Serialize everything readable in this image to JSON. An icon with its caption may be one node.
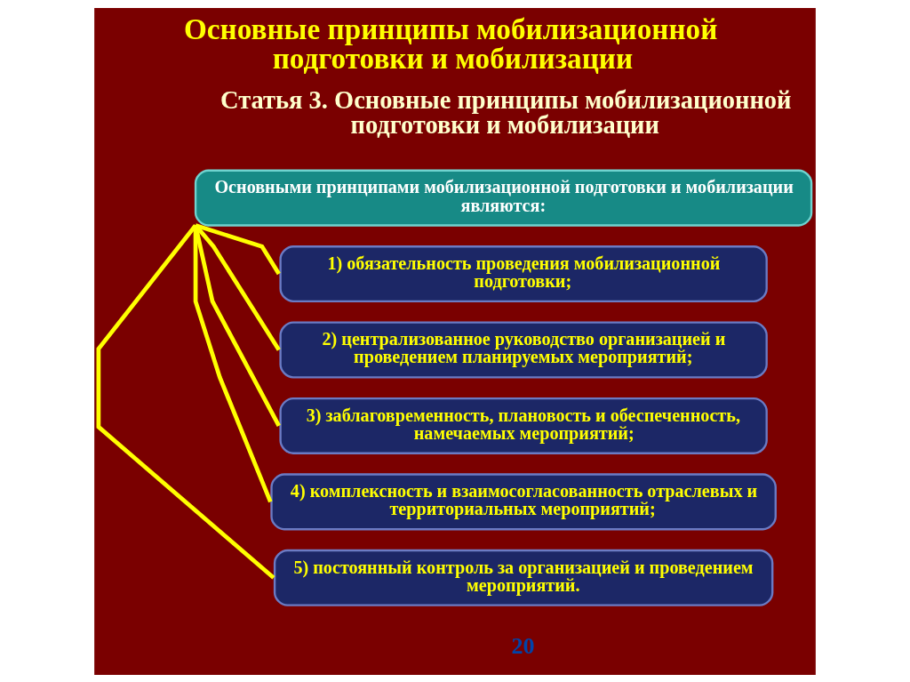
{
  "diagram": {
    "title": "Основные принципы мобилизационной подготовки и мобилизации",
    "nodes": [
      {
        "text": [
          "Основными принципами мобилизационной подготовки и мобилизации являются:"
        ]
      },
      {
        "text": [
          "1) обязательность проведения мобилизационной подготовки;"
        ]
      },
      {
        "text": [
          "2) централизованное руководство организацией и проведением планируемых мероприятий;"
        ]
      },
      {
        "text": [
          "3) заблаговременность, плановость и обеспеченность, намечаемых мероприятий;"
        ]
      },
      {
        "text": [
          "4) комплексность и взаимосогласованность отраслевых и территориальных мероприятий;"
        ]
      },
      {
        "text": [
          "5) постоянный контроль за организацией и проведением мероприятий."
        ]
      }
    ],
    "edges": [
      {
        "from": 0,
        "to": 1,
        "arrow": "none"
      },
      {
        "from": 0,
        "to": 2,
        "arrow": "none"
      },
      {
        "from": 0,
        "to": 3,
        "arrow": "none"
      },
      {
        "from": 0,
        "to": 4,
        "arrow": "none"
      },
      {
        "from": 0,
        "to": 5,
        "arrow": "none"
      }
    ],
    "labels": [
      "Статья 3. Основные принципы мобилизационной подготовки и мобилизации",
      "20"
    ]
  }
}
